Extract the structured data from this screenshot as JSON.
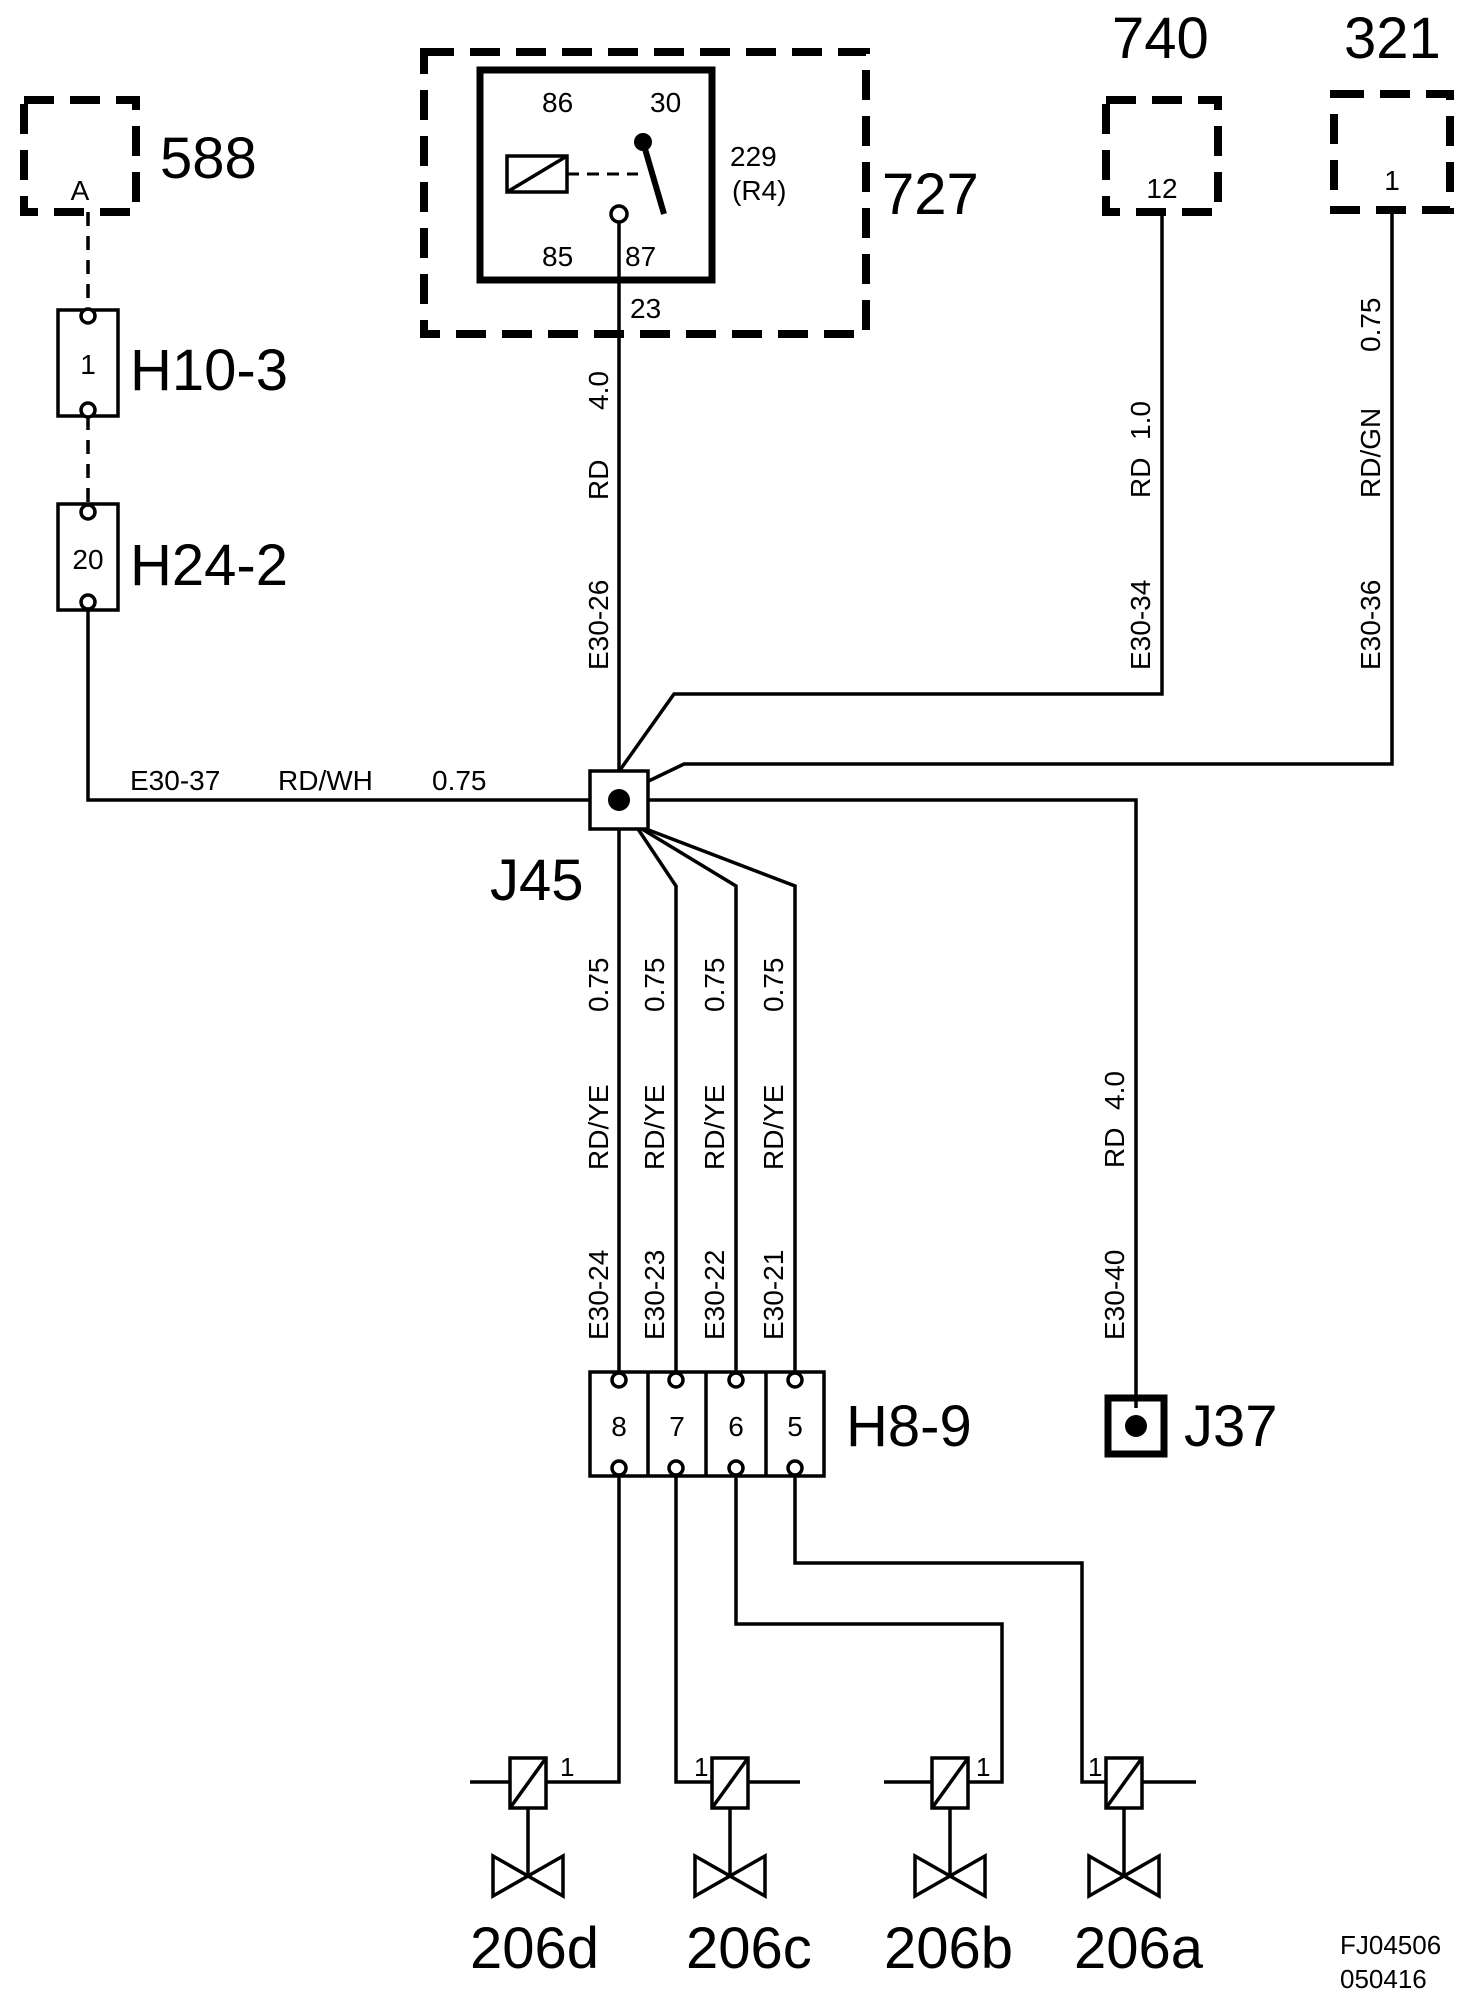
{
  "components": {
    "c588": {
      "id": "588",
      "pin": "A"
    },
    "c727": {
      "id": "727",
      "relay_id": "229",
      "relay_alt": "(R4)",
      "pin86": "86",
      "pin30": "30",
      "pin85": "85",
      "pin87": "87",
      "pin23": "23"
    },
    "c740": {
      "id": "740",
      "pin": "12"
    },
    "c321": {
      "id": "321",
      "pin": "1"
    },
    "h10_3": {
      "id": "H10-3",
      "pin": "1"
    },
    "h24_2": {
      "id": "H24-2",
      "pin": "20"
    },
    "j45": {
      "id": "J45"
    },
    "j37": {
      "id": "J37"
    },
    "h8_9": {
      "id": "H8-9",
      "pins": [
        "8",
        "7",
        "6",
        "5"
      ]
    }
  },
  "wires": {
    "w26": {
      "code": "E30-26",
      "color": "RD",
      "size": "4.0"
    },
    "w34": {
      "code": "E30-34",
      "color": "RD",
      "size": "1.0"
    },
    "w36": {
      "code": "E30-36",
      "color": "RD/GN",
      "size": "0.75"
    },
    "w37": {
      "code": "E30-37",
      "color": "RD/WH",
      "size": "0.75"
    },
    "w24": {
      "code": "E30-24",
      "color": "RD/YE",
      "size": "0.75"
    },
    "w23": {
      "code": "E30-23",
      "color": "RD/YE",
      "size": "0.75"
    },
    "w22": {
      "code": "E30-22",
      "color": "RD/YE",
      "size": "0.75"
    },
    "w21": {
      "code": "E30-21",
      "color": "RD/YE",
      "size": "0.75"
    },
    "w40": {
      "code": "E30-40",
      "color": "RD",
      "size": "4.0"
    }
  },
  "valves": [
    {
      "id": "206d",
      "pin": "1"
    },
    {
      "id": "206c",
      "pin": "1"
    },
    {
      "id": "206b",
      "pin": "1"
    },
    {
      "id": "206a",
      "pin": "1"
    }
  ],
  "footer": {
    "ref": "FJ04506",
    "date": "050416"
  }
}
